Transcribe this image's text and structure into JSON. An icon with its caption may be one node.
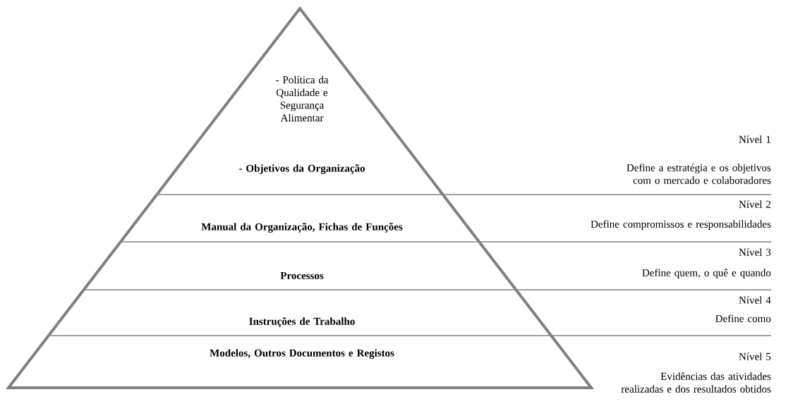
{
  "diagram": {
    "nodes": [
      {
        "text": [
          "- Política da Qualidade e Segurança Alimentar",
          "- Objetivos da Organização"
        ],
        "beside": [
          "Nível 1",
          "Define a estratégia e os objetivos com o mercado e colaboradores"
        ]
      },
      {
        "text": [
          "Manual da Organização, Fichas de Funções"
        ],
        "beside": [
          "Nível 2",
          "Define compromissos e responsabilidades"
        ]
      },
      {
        "text": [
          "Processos"
        ],
        "beside": [
          "Nível 3",
          "Define quem, o quê e quando"
        ]
      },
      {
        "text": [
          "Instruções de Trabalho"
        ],
        "beside": [
          "Nível 4",
          "Define como"
        ]
      },
      {
        "text": [
          "Modelos, Outros Documentos e Registos"
        ],
        "beside": [
          "Nível 5",
          "Evidências das atividades realizadas e dos resultados obtidos"
        ]
      }
    ]
  }
}
